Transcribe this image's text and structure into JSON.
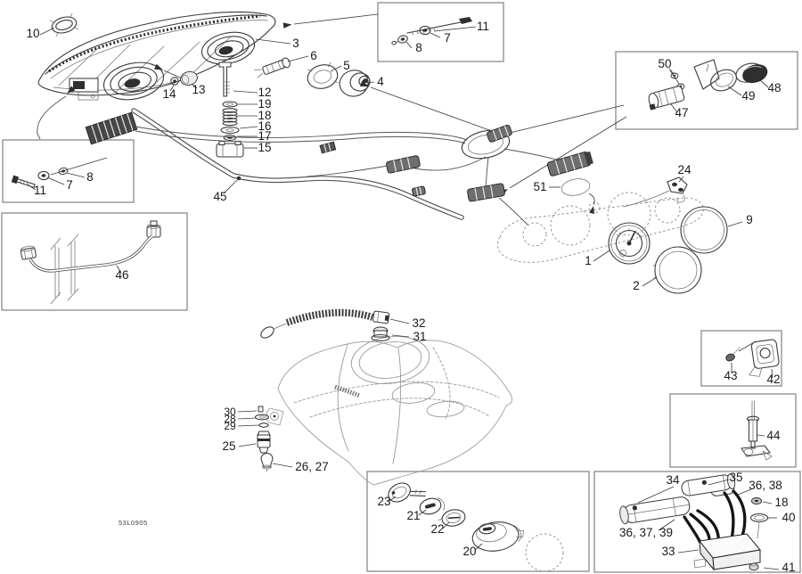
{
  "figure_code": "53L0905",
  "callouts": {
    "n1": "1",
    "n2": "2",
    "n3": "3",
    "n4": "4",
    "n5": "5",
    "n6": "6",
    "n7": "7",
    "n8": "8",
    "n9": "9",
    "n10": "10",
    "n11": "11",
    "n12": "12",
    "n13": "13",
    "n14": "14",
    "n15": "15",
    "n16": "16",
    "n17": "17",
    "n18": "18",
    "n19": "19",
    "n20": "20",
    "n21": "21",
    "n22": "22",
    "n23": "23",
    "n24": "24",
    "n25": "25",
    "n26_27": "26, 27",
    "n28": "28",
    "n29": "29",
    "n30": "30",
    "n31": "31",
    "n32": "32",
    "n33": "33",
    "n34": "34",
    "n35": "35",
    "n36_38": "36, 38",
    "n36_37_39": "36, 37, 39",
    "n40": "40",
    "n41": "41",
    "n42": "42",
    "n43": "43",
    "n44": "44",
    "n45": "45",
    "n46": "46",
    "n47": "47",
    "n48": "48",
    "n49": "49",
    "n50": "50",
    "n51": "51"
  },
  "colors": {
    "ink": "#3a3a3a",
    "label": "#1b1b1b",
    "box": "#8a8a8a",
    "cable": "#141414",
    "bg": "#ffffff"
  }
}
